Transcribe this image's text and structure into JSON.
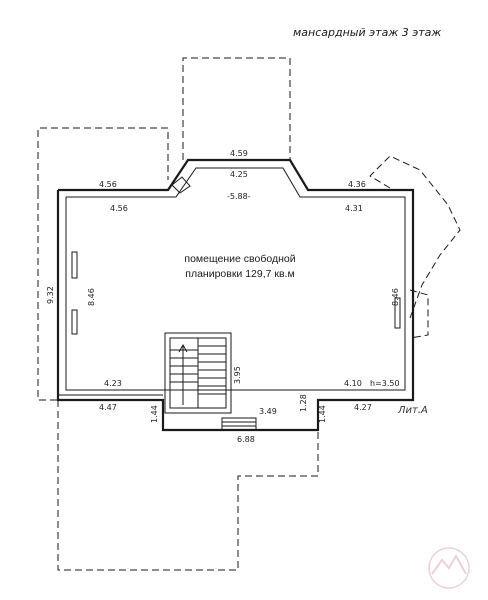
{
  "header": {
    "title": "мансардный этаж 3 этаж"
  },
  "room": {
    "line1": "помещение свободной",
    "line2": "планировки 129,7 кв.м"
  },
  "dimensions": {
    "top_bay_outer": "4.59",
    "top_bay_inner": "4.25",
    "top_inner_span": "-5.88-",
    "left_top_outer": "4.56",
    "left_top_inner": "4.56",
    "right_top_outer": "4.36",
    "right_top_inner": "4.31",
    "left_height": "8.46",
    "left_outer_height": "9.32",
    "right_height": "8.46",
    "bottom_left_inner": "4.23",
    "bottom_left_outer": "4.47",
    "bottom_right_inner": "4.10",
    "ceiling_height": "h=3.50",
    "bottom_right_outer": "4.27",
    "stair_width": "3.95",
    "landing_left": "1.44",
    "landing_right": "1.44",
    "corridor": "3.49",
    "corridor_depth": "1.28",
    "porch": "6.88"
  },
  "lit": "Лит.А",
  "watermark_icon": "mountain-logo-icon"
}
